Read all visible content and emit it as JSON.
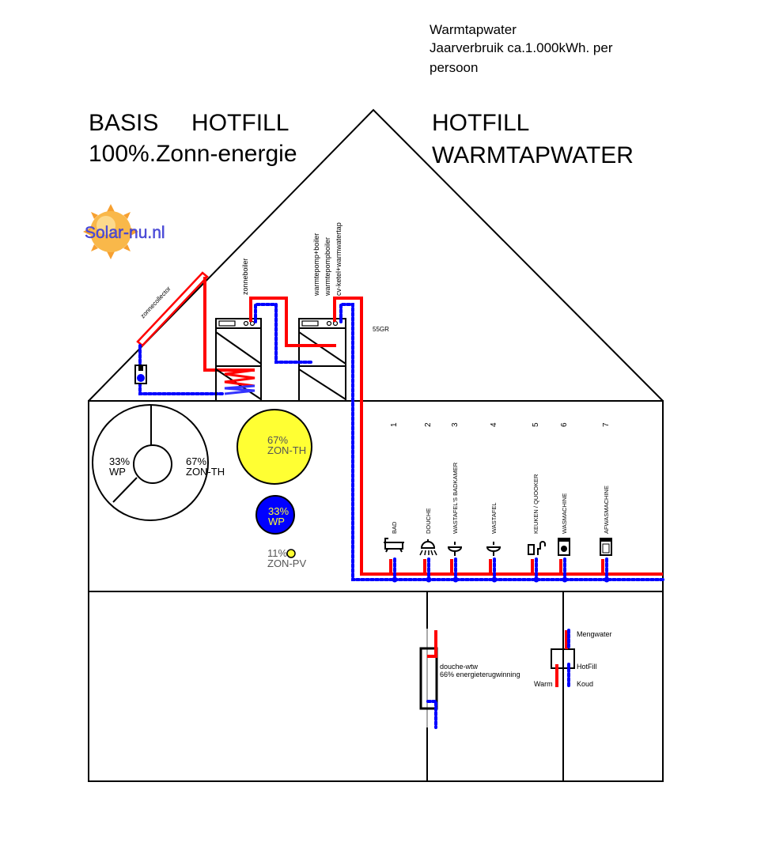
{
  "header": {
    "info_line1": "Warmtapwater",
    "info_line2": "Jaarverbruik ca.1.000kWh. per",
    "info_line3": "persoon",
    "left_title1": "BASIS     HOTFILL",
    "left_title2": "100%.Zonn-energie",
    "right_title1": "HOTFILL",
    "right_title2": "WARMTAPWATER"
  },
  "logo": {
    "text": "Solar-nu.nl"
  },
  "attic": {
    "collector_label": "zonnecollector",
    "boiler1_label": "zonneboiler",
    "boiler2_label1": "warmtepomp+boiler",
    "boiler2_label2": "warmtepompboiler",
    "boiler2_label3": "cv-ketel+warmwatertap",
    "temp_label": "55GR"
  },
  "energy": {
    "donut_wp": {
      "pct": "33%",
      "name": "WP"
    },
    "donut_zon": {
      "pct": "67%",
      "name": "ZON-TH"
    },
    "yellow": {
      "pct": "67%",
      "name": "ZON-TH"
    },
    "blue": {
      "pct": "33%",
      "name": "WP"
    },
    "pv": {
      "pct": "11%",
      "name": "ZON-PV"
    }
  },
  "fixtures": [
    {
      "num": "1",
      "name": "BAD",
      "icon": "bath-icon"
    },
    {
      "num": "2",
      "name": "DOUCHE",
      "icon": "shower-icon"
    },
    {
      "num": "3",
      "name": "WASTAFEL'S BADKAMER",
      "icon": "sink-icon"
    },
    {
      "num": "4",
      "name": "WASTAFEL",
      "icon": "sink-icon"
    },
    {
      "num": "5",
      "name": "KEUKEN / QUOOKER",
      "icon": "kitchen-tap-icon"
    },
    {
      "num": "6",
      "name": "WASMACHINE",
      "icon": "washing-machine-icon"
    },
    {
      "num": "7",
      "name": "AFWASMACHINE",
      "icon": "dishwasher-icon"
    }
  ],
  "basement": {
    "wtw_line1": "douche-wtw",
    "wtw_line2": "66% energieterugwinning",
    "mix_out": "Mengwater",
    "mix_hotfill": "HotFill",
    "mix_warm": "Warm",
    "mix_cold": "Koud"
  },
  "colors": {
    "hot": "#ff0000",
    "cold": "#0000ff",
    "solar": "#ffff33",
    "wp": "#0000ff"
  }
}
